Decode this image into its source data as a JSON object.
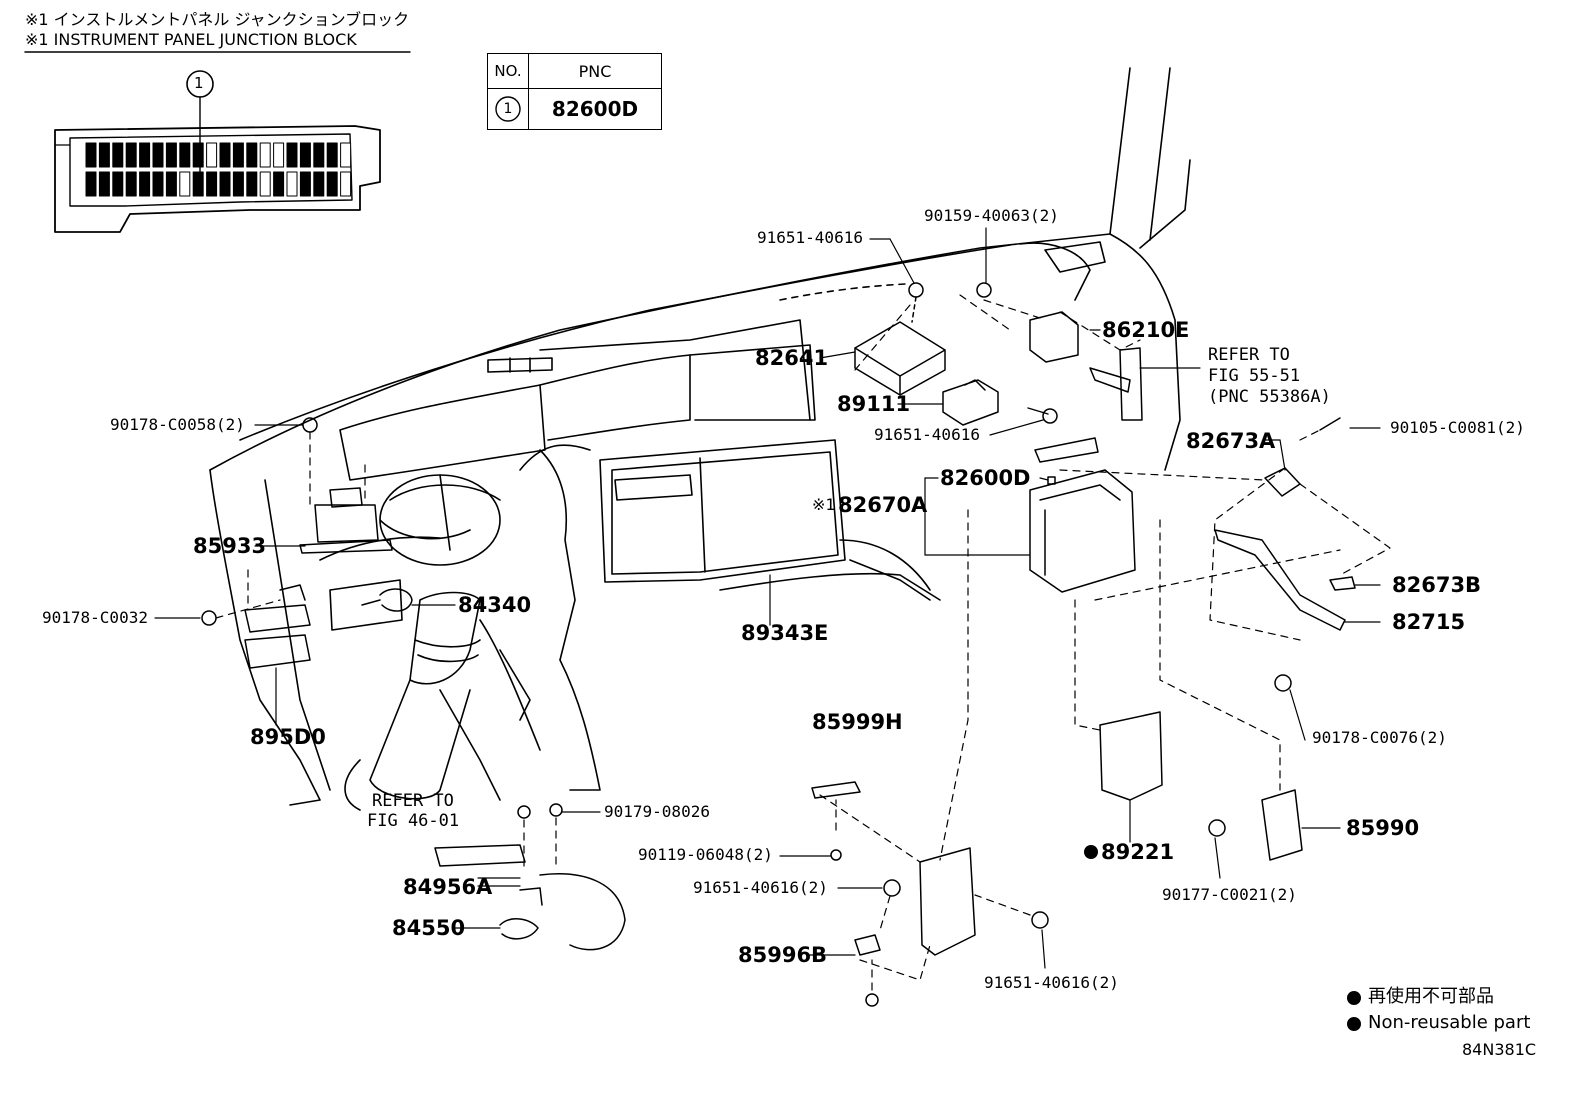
{
  "header": {
    "line1": "※1 インストルメントパネル ジャンクションブロック",
    "line2": "※1 INSTRUMENT PANEL JUNCTION BLOCK",
    "callout": "1"
  },
  "pnc_table": {
    "col_no": "NO.",
    "col_pnc": "PNC",
    "row_no": "1",
    "row_pnc": "82600D"
  },
  "parts": {
    "p91651_top": "91651-40616",
    "p90159": "90159-40063(2)",
    "p86210e": "86210E",
    "p82641": "82641",
    "p89111": "89111",
    "p91651_mid": "91651-40616",
    "p90105": "90105-C0081(2)",
    "p82673a": "82673A",
    "p90178_c0058": "90178-C0058(2)",
    "p82600d": "82600D",
    "p82670a": "82670A",
    "p82670a_mark": "※1",
    "p85933": "85933",
    "p82673b": "82673B",
    "p82715": "82715",
    "p90178_c0032": "90178-C0032",
    "p84340": "84340",
    "p89343e": "89343E",
    "p895d0": "895D0",
    "p90178_c0076": "90178-C0076(2)",
    "p85999h": "85999H",
    "p90179": "90179-08026",
    "p85990": "85990",
    "p90119": "90119-06048(2)",
    "p89221": "89221",
    "p90177": "90177-C0021(2)",
    "p84956a": "84956A",
    "p91651_b1": "91651-40616(2)",
    "p84550": "84550",
    "p85996b": "85996B",
    "p91651_b2": "91651-40616(2)"
  },
  "refs": {
    "ref55_l1": "REFER TO",
    "ref55_l2": "FIG 55-51",
    "ref55_l3": "(PNC 55386A)",
    "ref46_l1": "REFER TO",
    "ref46_l2": "FIG 46-01"
  },
  "legend": {
    "jp": "再使用不可部品",
    "en": "Non-reusable part"
  },
  "figure_code": "84N381C"
}
